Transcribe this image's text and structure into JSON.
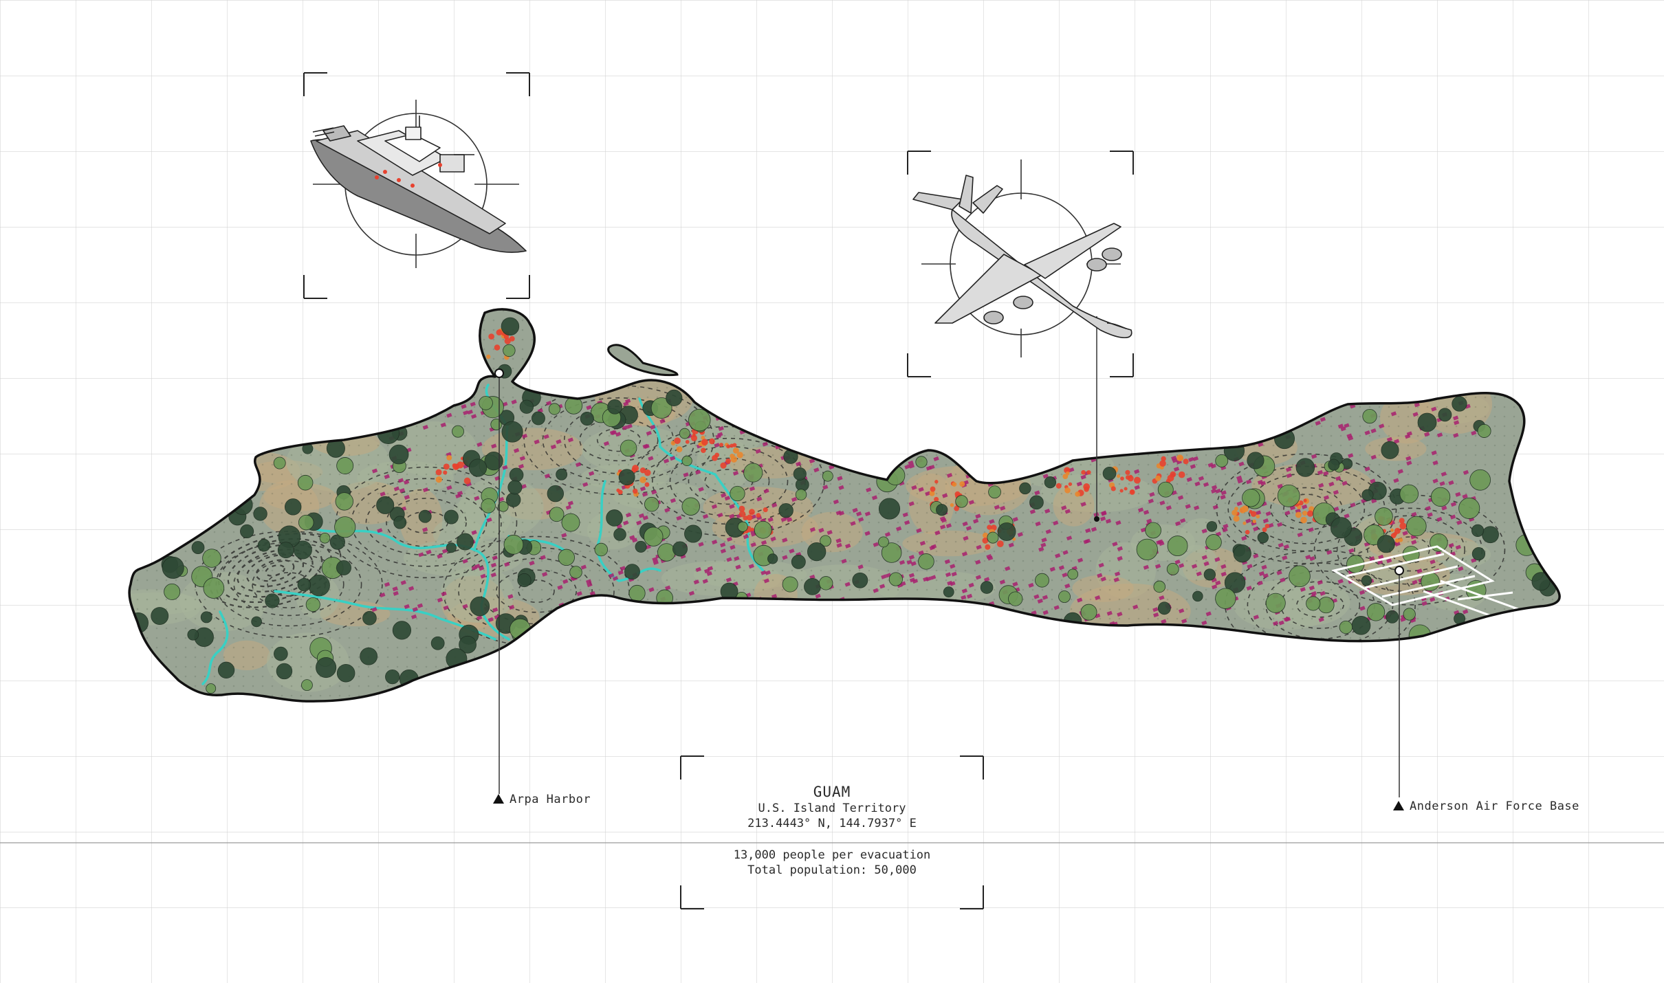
{
  "map": {
    "island_name": "GUAM",
    "subtitle": "U.S. Island Territory",
    "coordinates": "213.4443° N, 144.7937° E",
    "evacuation_note": "13,000 people per evacuation",
    "population_note": "Total population: 50,000"
  },
  "markers": [
    {
      "id": "arpa",
      "label": "Arpa Harbor"
    },
    {
      "id": "anderson",
      "label": "Anderson Air Force Base"
    }
  ],
  "vehicles": [
    {
      "id": "ship",
      "icon": "navy-ship-icon"
    },
    {
      "id": "plane",
      "icon": "cargo-plane-icon"
    }
  ],
  "colors": {
    "island_fill": "#9aa595",
    "coastline": "#111111",
    "river": "#39d0c4",
    "housing": "#a8206e",
    "fire_red": "#e8412e",
    "fire_orange": "#e8862e",
    "tree_dark": "#2f4a36",
    "tree_light": "#6e9a58",
    "grid": "#d4d4d4"
  }
}
